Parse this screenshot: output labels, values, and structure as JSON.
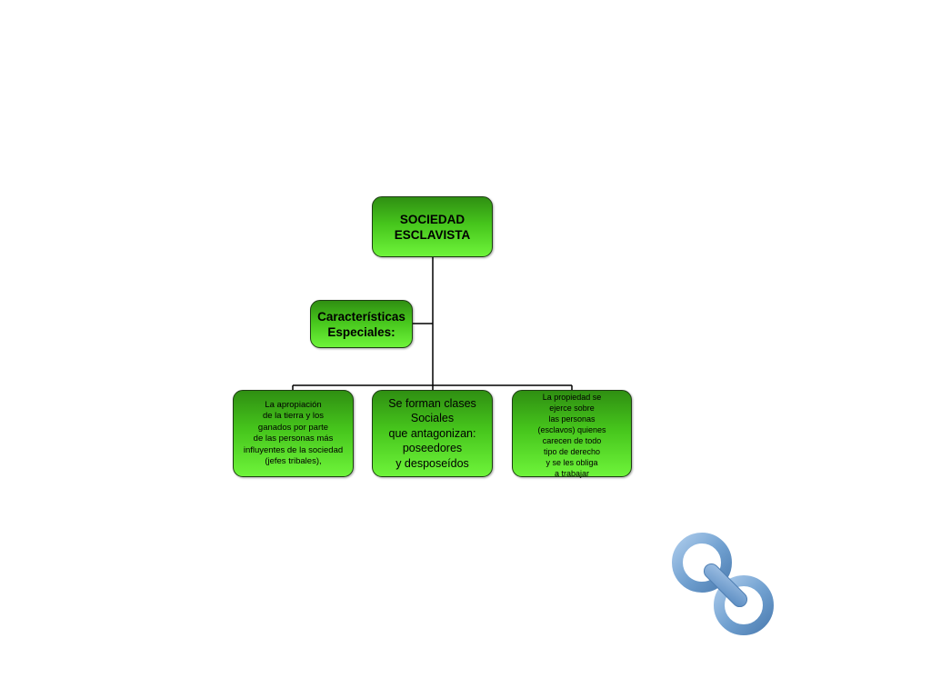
{
  "diagram": {
    "root": {
      "label": "SOCIEDAD\nESCLAVISTA"
    },
    "side_node": {
      "label": "Características\nEspeciales:"
    },
    "children": [
      {
        "label": "La apropiación\nde la tierra y los\nganados por parte\nde las personas más\ninfluyentes de la sociedad\n(jefes tribales),"
      },
      {
        "label": "Se forman clases\nSociales\nque antagonizan:\nposeedores\ny desposeídos"
      },
      {
        "label": "La propiedad se\nejerce sobre\nlas personas\n(esclavos) quienes\ncarecen de todo\ntipo de derecho\ny se les obliga\na trabajar"
      }
    ],
    "colors": {
      "node_fill_top": "#2f8f12",
      "node_fill_bottom": "#6ef43a",
      "node_border": "#1f3d14",
      "connector": "#000000"
    }
  },
  "decoration": {
    "icon": "chain-link-icon",
    "icon_color": "#6f9fcf"
  }
}
